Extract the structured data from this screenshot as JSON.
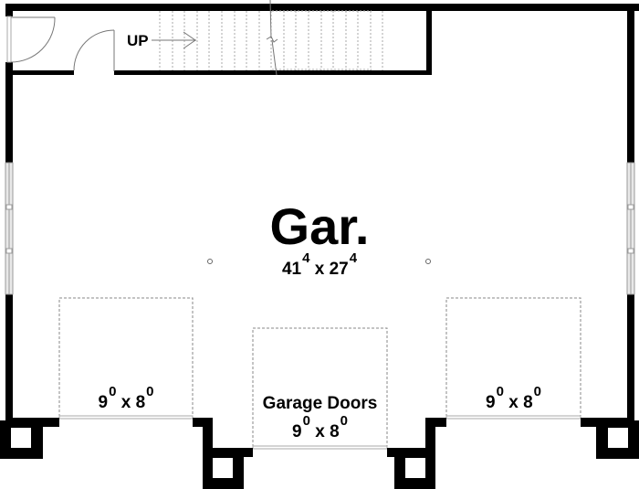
{
  "plan": {
    "type": "garage floor plan",
    "room": {
      "name": "Gar.",
      "width_ft": "41",
      "width_in": "4",
      "depth_ft": "27",
      "depth_in": "4",
      "separator": "x"
    },
    "stairs": {
      "label": "UP",
      "direction": "right"
    },
    "garage_doors": {
      "title": "Garage Doors",
      "doors": [
        {
          "position": "left",
          "width_ft": "9",
          "width_in": "0",
          "height_ft": "8",
          "height_in": "0"
        },
        {
          "position": "center",
          "width_ft": "9",
          "width_in": "0",
          "height_ft": "8",
          "height_in": "0"
        },
        {
          "position": "right",
          "width_ft": "9",
          "width_in": "0",
          "height_ft": "8",
          "height_in": "0"
        }
      ]
    },
    "colors": {
      "wall": "#000000",
      "window": "#bdbdbd",
      "dashed": "#888888",
      "background": "#ffffff"
    }
  }
}
